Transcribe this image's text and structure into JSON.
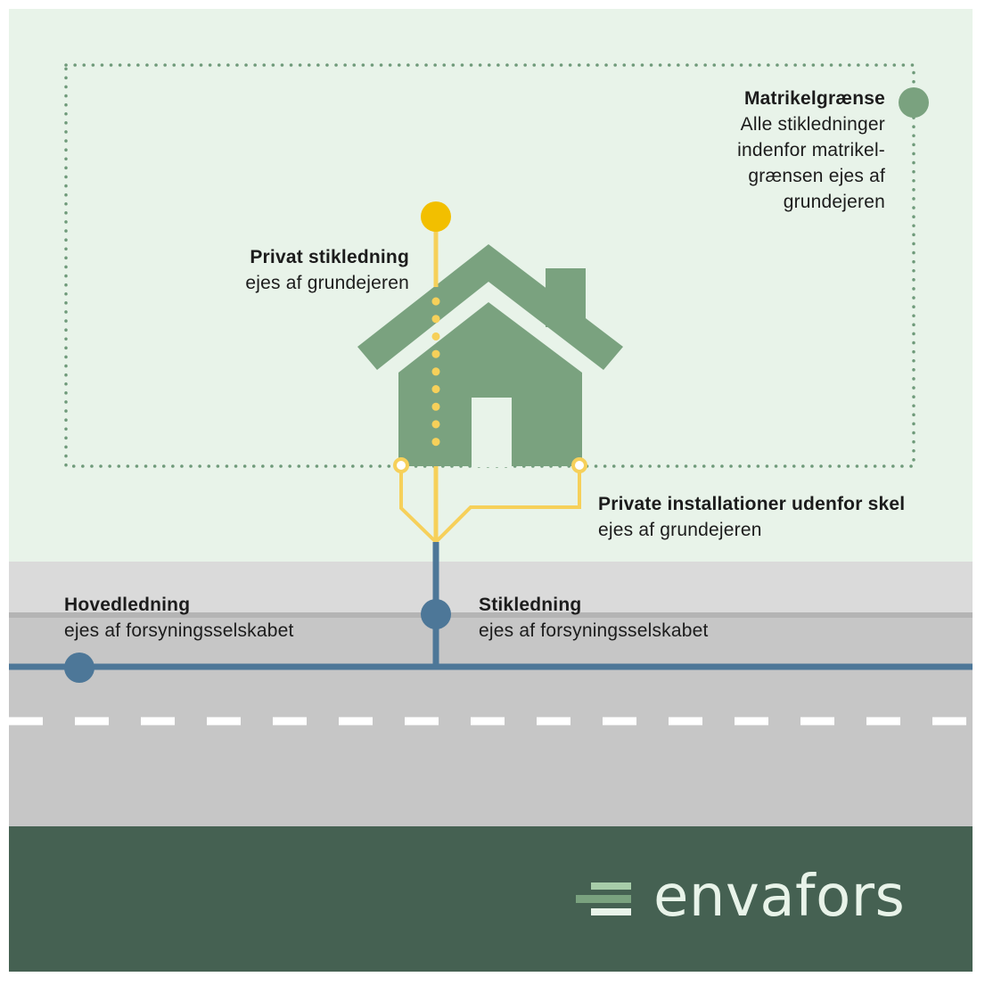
{
  "colors": {
    "property_bg": "#e8f3e9",
    "sidewalk": "#dadada",
    "road": "#c6c6c6",
    "footer": "#456152",
    "house": "#7aa27f",
    "boundary_dots": "#6f9a7a",
    "private_line": "#f6d05a",
    "private_dot": "#f2bf00",
    "utility_line": "#4d7798",
    "road_marking": "#ffffff",
    "text": "#1c1c1c",
    "brand_text": "#e8f3e9",
    "logo_light": "#a7cda9"
  },
  "labels": {
    "matrikel": {
      "title": "Matrikelgrænse",
      "sub": "Alle stikledninger indenfor matrikel-grænsen ejes af grundejeren"
    },
    "privat": {
      "title": "Privat stikledning",
      "sub": "ejes af grundejeren"
    },
    "installationer": {
      "title": "Private installationer udenfor skel",
      "sub": "ejes af grundejeren"
    },
    "hoved": {
      "title": "Hovedledning",
      "sub": "ejes af forsyningsselskabet"
    },
    "stik": {
      "title": "Stikledning",
      "sub": "ejes af forsyningsselskabet"
    }
  },
  "brand": {
    "name": "envafors",
    "icon": "stacked-bars-logo-icon"
  },
  "icons": {
    "house": "house-icon",
    "boundary_marker": "boundary-marker-icon",
    "private_marker": "private-line-marker-icon",
    "junction": "junction-marker-icon"
  }
}
